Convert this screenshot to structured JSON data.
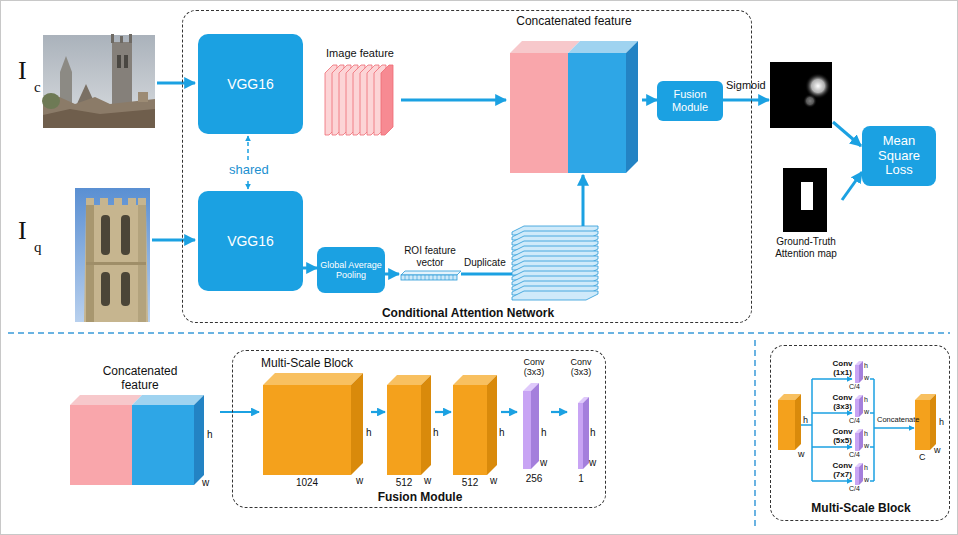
{
  "diagram": {
    "nodes": [
      {
        "text": [
          "Conditional Attention Network"
        ]
      },
      {
        "text": [
          "VGG16"
        ],
        "in": 0
      },
      {
        "text": [
          "VGG16"
        ],
        "in": 0
      },
      {
        "text": [
          "Image feature"
        ],
        "in": 0
      },
      {
        "text": [
          "Concatenated feature"
        ],
        "in": 0
      },
      {
        "text": [
          "Fusion Module"
        ],
        "in": 0
      },
      {
        "text": [
          "Global Average Pooling"
        ],
        "in": 0
      },
      {
        "text": [
          "ROI feature vector"
        ],
        "in": 0
      },
      {
        "text": [
          "Mean Square Loss"
        ]
      },
      {
        "text": [
          "Ground-Truth Attention map"
        ]
      },
      {
        "text": [
          "Concatenated feature"
        ]
      },
      {
        "text": [
          "Fusion Module"
        ]
      },
      {
        "text": [
          "Multi-Scale Block",
          "1024"
        ],
        "in": 11
      },
      {
        "text": [
          "512"
        ],
        "in": 11
      },
      {
        "text": [
          "512"
        ],
        "in": 11
      },
      {
        "text": [
          "Conv (3x3)",
          "256"
        ],
        "in": 11
      },
      {
        "text": [
          "Conv (3x3)",
          "1"
        ],
        "in": 11
      },
      {
        "text": [
          "Multi-Scale Block"
        ]
      },
      {
        "text": [
          "Conv (1x1)"
        ],
        "in": 17
      },
      {
        "text": [
          "Conv (3x3)"
        ],
        "in": 17
      },
      {
        "text": [
          "Conv (5x5)"
        ],
        "in": 17
      },
      {
        "text": [
          "Conv (7x7)"
        ],
        "in": 17
      }
    ],
    "edges": [
      {
        "from": 3,
        "to": 4,
        "arrow": "to"
      },
      {
        "from": 4,
        "to": 5,
        "arrow": "to"
      },
      {
        "from": 2,
        "to": 6,
        "arrow": "to"
      },
      {
        "from": 6,
        "to": 7,
        "arrow": "to"
      },
      {
        "from": 7,
        "to": 4,
        "label": "Duplicate",
        "arrow": "to"
      },
      {
        "from": 9,
        "to": 8,
        "arrow": "to"
      },
      {
        "from": 10,
        "to": 12,
        "arrow": "to"
      },
      {
        "from": 12,
        "to": 13,
        "arrow": "to"
      },
      {
        "from": 13,
        "to": 14,
        "arrow": "to"
      },
      {
        "from": 14,
        "to": 15,
        "arrow": "to"
      },
      {
        "from": 15,
        "to": 16,
        "arrow": "to"
      }
    ],
    "labels": [
      "I",
      "c",
      "I",
      "q",
      "shared",
      "Sigmoid",
      "h",
      "w",
      "h",
      "w",
      "h",
      "w",
      "h",
      "w",
      "h",
      "w",
      "h",
      "w",
      "h",
      "w",
      "h",
      "C/4",
      "w",
      "h",
      "C/4",
      "w",
      "h",
      "C/4",
      "w",
      "h",
      "C/4",
      "w",
      "Concatenate",
      "h",
      "w",
      "C"
    ]
  }
}
